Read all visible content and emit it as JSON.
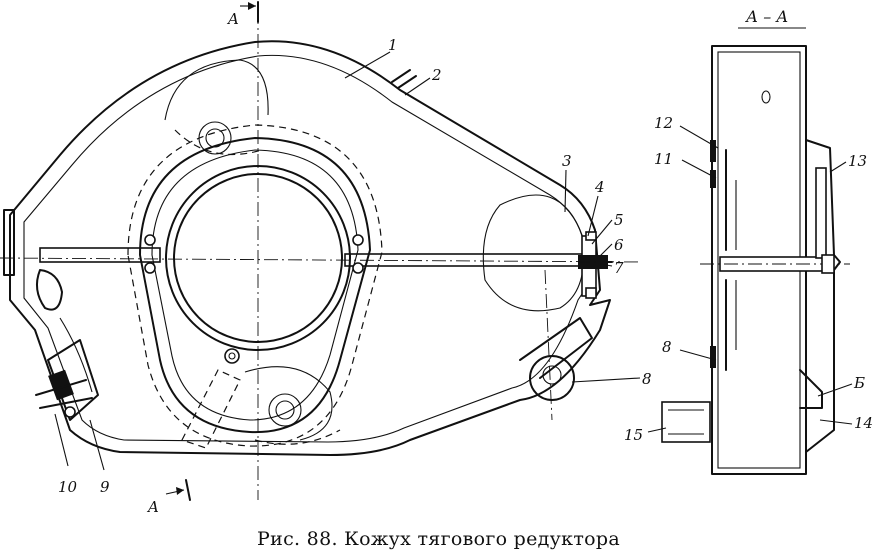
{
  "figure": {
    "section_marks": {
      "top": "A",
      "bottom": "A"
    },
    "section_view_title": "А – А",
    "callouts": [
      "1",
      "2",
      "3",
      "4",
      "5",
      "6",
      "7",
      "8",
      "9",
      "10",
      "11",
      "12",
      "13",
      "14",
      "15",
      "Б"
    ],
    "caption": "Рис. 88. Кожух тягового редуктора"
  }
}
